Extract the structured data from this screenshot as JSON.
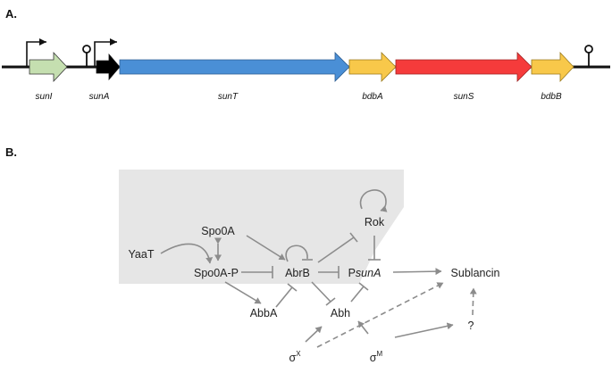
{
  "panels": {
    "a_label": "A.",
    "b_label": "B."
  },
  "genes": [
    {
      "id": "sunI",
      "label": "sunI",
      "color": "#c5dfb0"
    },
    {
      "id": "sunA",
      "label": "sunA",
      "color": "#000000"
    },
    {
      "id": "sunT",
      "label": "sunT",
      "color": "#4a8fd6"
    },
    {
      "id": "bdbA",
      "label": "bdbA",
      "color": "#f8c84a"
    },
    {
      "id": "sunS",
      "label": "sunS",
      "color": "#f53b3b"
    },
    {
      "id": "bdbB",
      "label": "bdbB",
      "color": "#f8c84a"
    }
  ],
  "network": {
    "nodes": {
      "yaat": "YaaT",
      "spo0a": "Spo0A",
      "spo0a_p": "Spo0A-P",
      "abrb": "AbrB",
      "rok": "Rok",
      "psuna_prefix": "P",
      "psuna_gene": "sunA",
      "sublancin": "Sublancin",
      "abba": "AbbA",
      "abh": "Abh",
      "sigma": "σ",
      "sigma_x_sup": "X",
      "sigma_m_sup": "M",
      "unknown": "?"
    },
    "colors": {
      "edge": "#8c8c8c",
      "shade": "#e6e6e6"
    }
  }
}
